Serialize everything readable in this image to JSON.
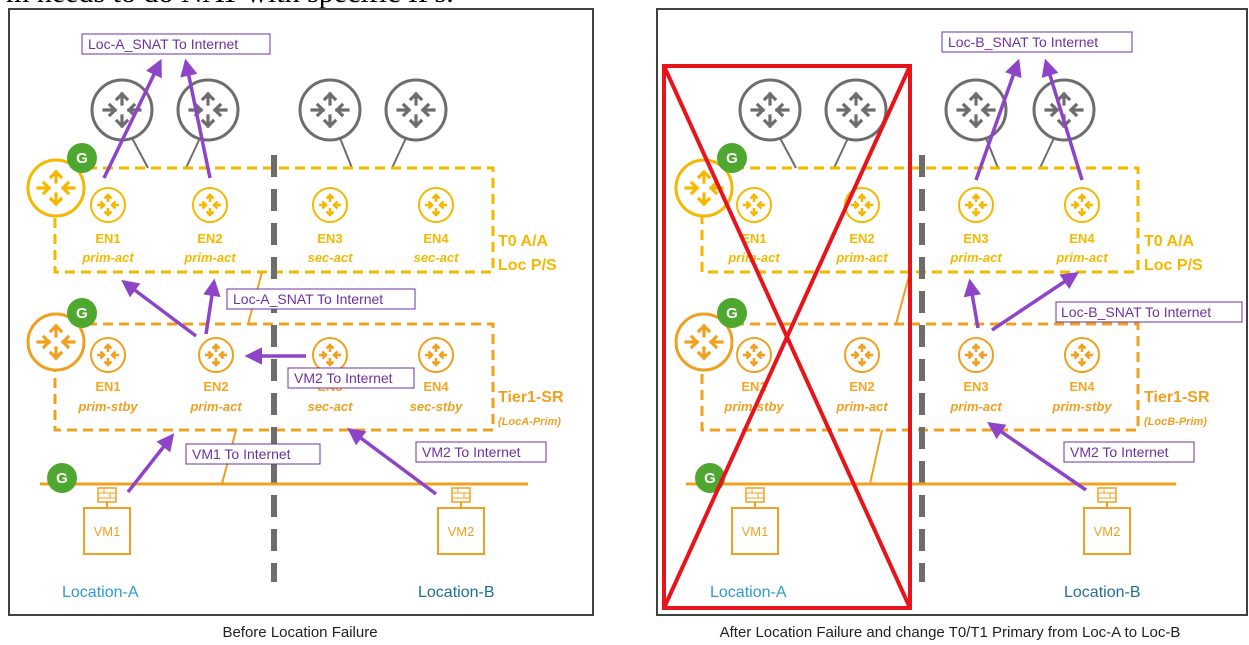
{
  "top_text": "m needs to do NAT with specific IPs.",
  "left": {
    "t0_nat_label": "Loc-A_SNAT To Internet",
    "t1_nat_label": "Loc-A_SNAT To Internet",
    "vm2_t1_label": "VM2 To Internet",
    "vm1_label": "VM1 To Internet",
    "vm2_label": "VM2 To Internet",
    "t0_label": "T0 A/A",
    "t0_sub": "Loc P/S",
    "t1_label": "Tier1-SR",
    "t1_sub": "(LocA-Prim)",
    "t0_nodes": [
      {
        "name": "EN1",
        "role": "prim-act"
      },
      {
        "name": "EN2",
        "role": "prim-act"
      },
      {
        "name": "EN3",
        "role": "sec-act"
      },
      {
        "name": "EN4",
        "role": "sec-act"
      }
    ],
    "t1_nodes": [
      {
        "name": "EN1",
        "role": "prim-stby"
      },
      {
        "name": "EN2",
        "role": "prim-act"
      },
      {
        "name": "EN3",
        "role": "sec-act"
      },
      {
        "name": "EN4",
        "role": "sec-stby"
      }
    ],
    "vm1": "VM1",
    "vm2": "VM2",
    "loc_a": "Location-A",
    "loc_b": "Location-B",
    "g": "G",
    "caption": "Before Location Failure"
  },
  "right": {
    "t0_nat_label": "Loc-B_SNAT To Internet",
    "t1_nat_label": "Loc-B_SNAT To Internet",
    "vm2_label": "VM2 To Internet",
    "t0_label": "T0 A/A",
    "t0_sub": "Loc P/S",
    "t1_label": "Tier1-SR",
    "t1_sub": "(LocB-Prim)",
    "t0_nodes": [
      {
        "name": "EN1",
        "role": "prim-act"
      },
      {
        "name": "EN2",
        "role": "prim-act"
      },
      {
        "name": "EN3",
        "role": "prim-act"
      },
      {
        "name": "EN4",
        "role": "prim-act"
      }
    ],
    "t1_nodes": [
      {
        "name": "EN1",
        "role": "prim-stby"
      },
      {
        "name": "EN2",
        "role": "prim-act"
      },
      {
        "name": "EN3",
        "role": "prim-act"
      },
      {
        "name": "EN4",
        "role": "prim-stby"
      }
    ],
    "vm1": "VM1",
    "vm2": "VM2",
    "loc_a": "Location-A",
    "loc_b": "Location-B",
    "g": "G",
    "caption": "After Location Failure and change T0/T1 Primary from Loc-A to Loc-B"
  },
  "colors": {
    "purple": "#8e44c8",
    "orange": "#f0a020",
    "yellow": "#f5b800",
    "gray": "#6d6d6d",
    "green": "#4ea72e",
    "red": "#e8141b"
  }
}
